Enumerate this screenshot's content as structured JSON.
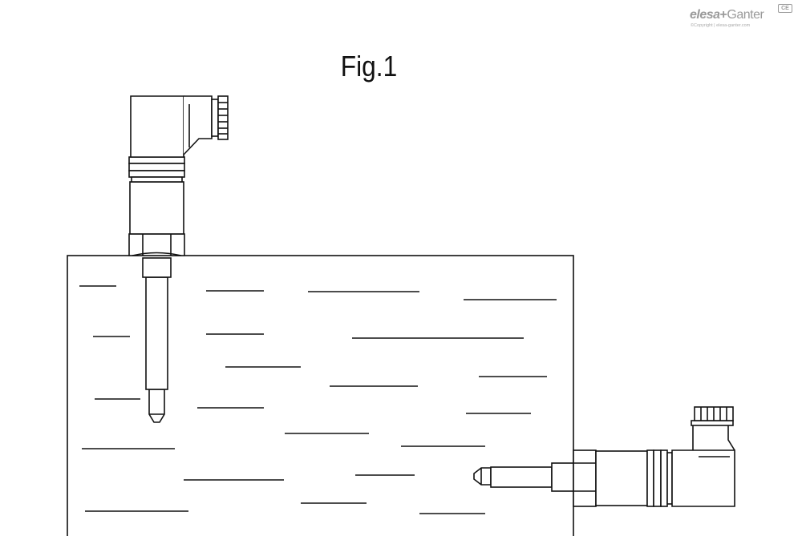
{
  "figure": {
    "title": "Fig.1"
  },
  "logo": {
    "brand_left": "elesa",
    "brand_plus": "+",
    "brand_right": "Ganter",
    "copyright": "©Copyright | elesa-ganter.com",
    "mark": "CE"
  },
  "colors": {
    "line": "#111111",
    "background": "#ffffff",
    "logo": "#9a9a9a"
  }
}
